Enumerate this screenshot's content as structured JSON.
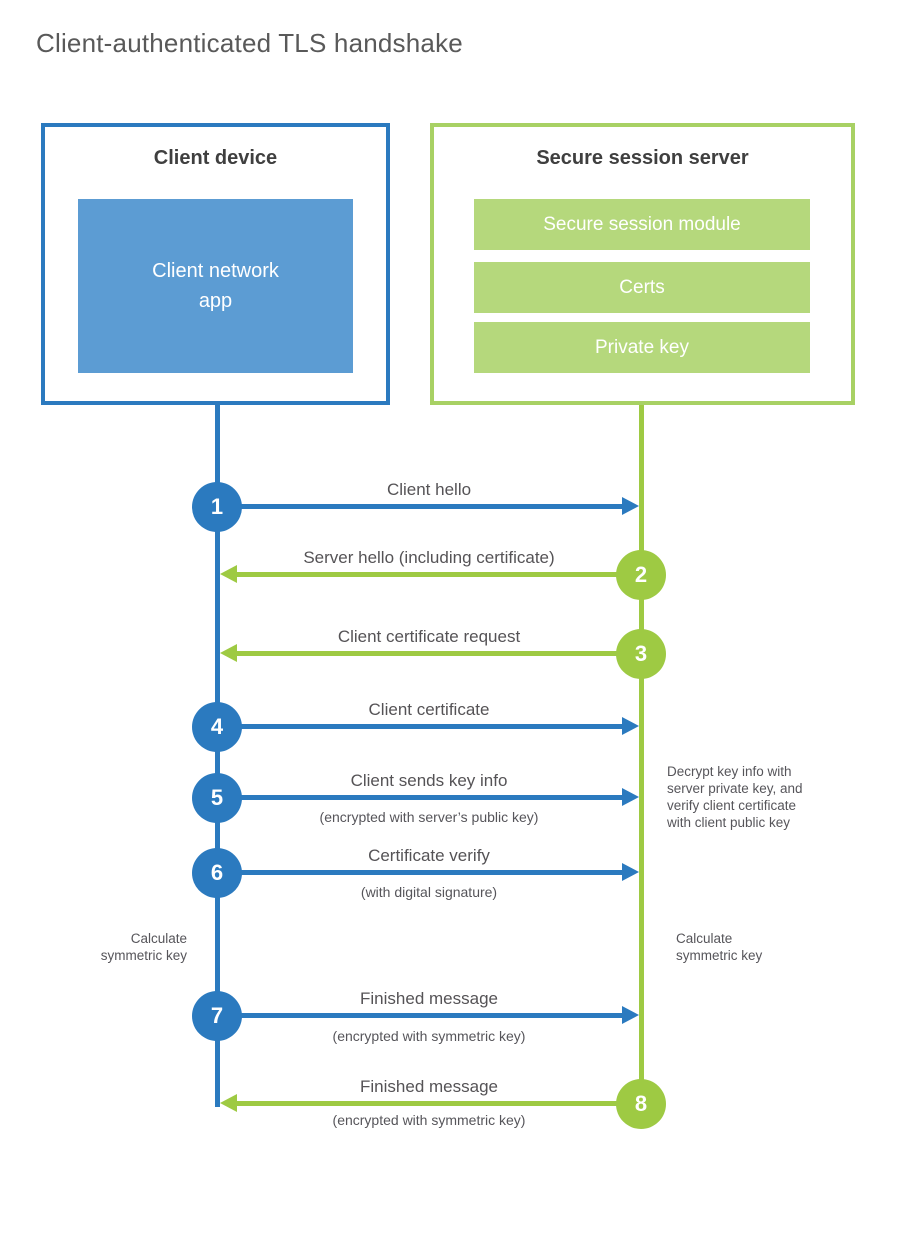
{
  "title": "Client-authenticated TLS handshake",
  "colors": {
    "blue_strong": "#2b7abf",
    "blue_fill": "#5c9cd3",
    "green_strong": "#9eca43",
    "green_border": "#a8d164",
    "green_fill": "#b5d87c"
  },
  "client_box": {
    "title": "Client device",
    "app_label": "Client network\napp"
  },
  "server_box": {
    "title": "Secure session server",
    "modules": [
      "Secure session module",
      "Certs",
      "Private key"
    ]
  },
  "messages": [
    {
      "num": "1",
      "label": "Client hello",
      "sub": "",
      "direction": "client-to-server"
    },
    {
      "num": "2",
      "label": "Server hello (including certificate)",
      "sub": "",
      "direction": "server-to-client"
    },
    {
      "num": "3",
      "label": "Client certificate request",
      "sub": "",
      "direction": "server-to-client"
    },
    {
      "num": "4",
      "label": "Client certificate",
      "sub": "",
      "direction": "client-to-server"
    },
    {
      "num": "5",
      "label": "Client sends key info",
      "sub": "(encrypted with server’s public key)",
      "direction": "client-to-server"
    },
    {
      "num": "6",
      "label": "Certificate verify",
      "sub": "(with digital signature)",
      "direction": "client-to-server"
    },
    {
      "num": "7",
      "label": "Finished message",
      "sub": "(encrypted with symmetric key)",
      "direction": "client-to-server"
    },
    {
      "num": "8",
      "label": "Finished message",
      "sub": "(encrypted with symmetric key)",
      "direction": "server-to-client"
    }
  ],
  "notes": {
    "decrypt": "Decrypt key info with\nserver private key, and\nverify client certificate\nwith client public key",
    "calc_left": "Calculate\nsymmetric key",
    "calc_right": "Calculate\nsymmetric key"
  }
}
